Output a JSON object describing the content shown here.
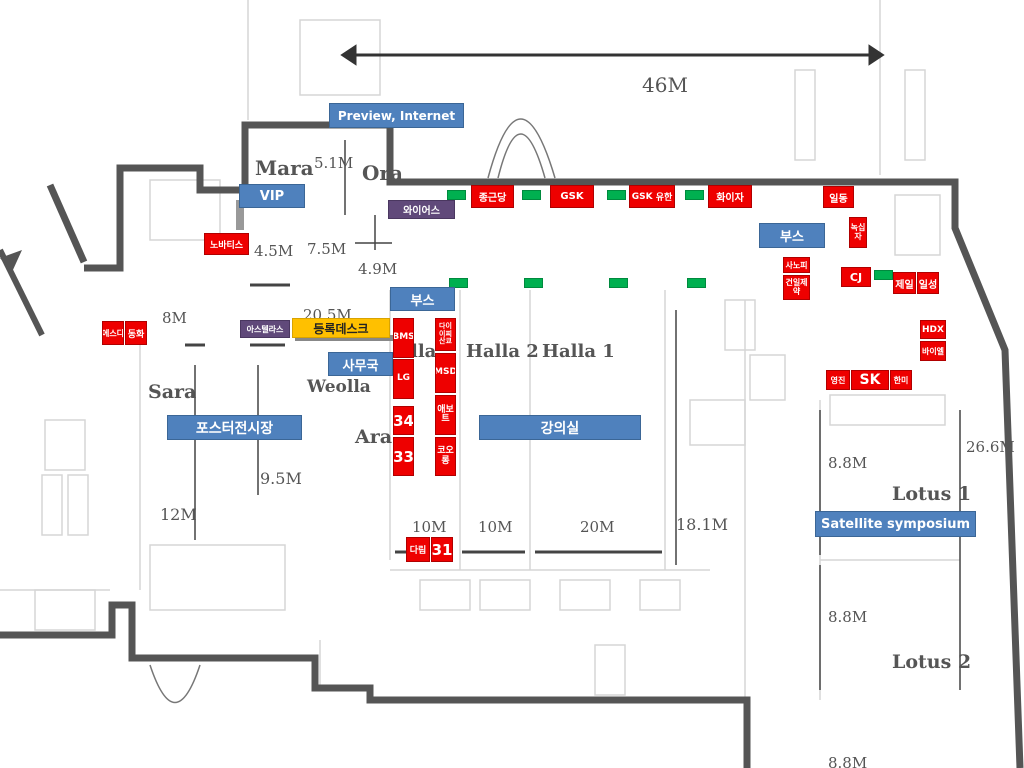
{
  "floorplan": {
    "rooms": {
      "mara": "Mara",
      "ora": "Ora",
      "sara": "Sara",
      "weolla": "Weolla",
      "ara": "Ara",
      "halla": "lla",
      "halla2": "Halla 2",
      "halla1": "Halla 1",
      "lotus1": "Lotus 1",
      "lotus2": "Lotus 2"
    },
    "dimensions": {
      "width_top": "46M",
      "d51": "5.1M",
      "d45": "4.5M",
      "d75": "7.5M",
      "d49": "4.9M",
      "d8": "8M",
      "d205": "20.5M",
      "d95": "9.5M",
      "d12": "12M",
      "d10a": "10M",
      "d10b": "10M",
      "d20": "20M",
      "d181": "18.1M",
      "d88a": "8.8M",
      "d88b": "8.8M",
      "d88c": "8.8M",
      "d266": "26.6M"
    }
  },
  "areas": {
    "preview": "Preview, Internet",
    "vip": "VIP",
    "booth_right": "부스",
    "booth_center": "부스",
    "registration": "등록데스크",
    "secretariat": "사무국",
    "poster": "포스터전시장",
    "lecture": "강의실",
    "satellite": "Satellite symposium"
  },
  "booths": {
    "chongkundang": "종근당",
    "gsk1": "GSK",
    "gsk_yuhan_a": "GSK",
    "gsk_yuhan_b": "유한",
    "pfizer": "화이자",
    "ildong": "일동",
    "wires": "와이어스",
    "novartis": "노바티스",
    "gc": "녹십자",
    "sanofi": "사노피",
    "kunil": "건일제약",
    "cj": "CJ",
    "jeil": "제일",
    "ilsung": "일성",
    "hdx": "HDX",
    "bioel": "바이엘",
    "youngjin": "영진",
    "sk": "SK",
    "hanmi": "한미",
    "esdi": "에스디",
    "donghwa": "동화",
    "astellas": "아스텔라스",
    "bms": "BMS",
    "lg": "LG",
    "n34": "34",
    "n33": "33",
    "daiichi": "다이이찌산쿄",
    "msd": "MSD",
    "abbott": "애보트",
    "kolon": "코오롱",
    "darim": "다림",
    "n31": "31"
  },
  "colors": {
    "blue": "#4f81bd",
    "red": "#ee0000",
    "purple": "#60497a",
    "yellow": "#ffc000",
    "green": "#00b050",
    "wall": "#555555"
  }
}
